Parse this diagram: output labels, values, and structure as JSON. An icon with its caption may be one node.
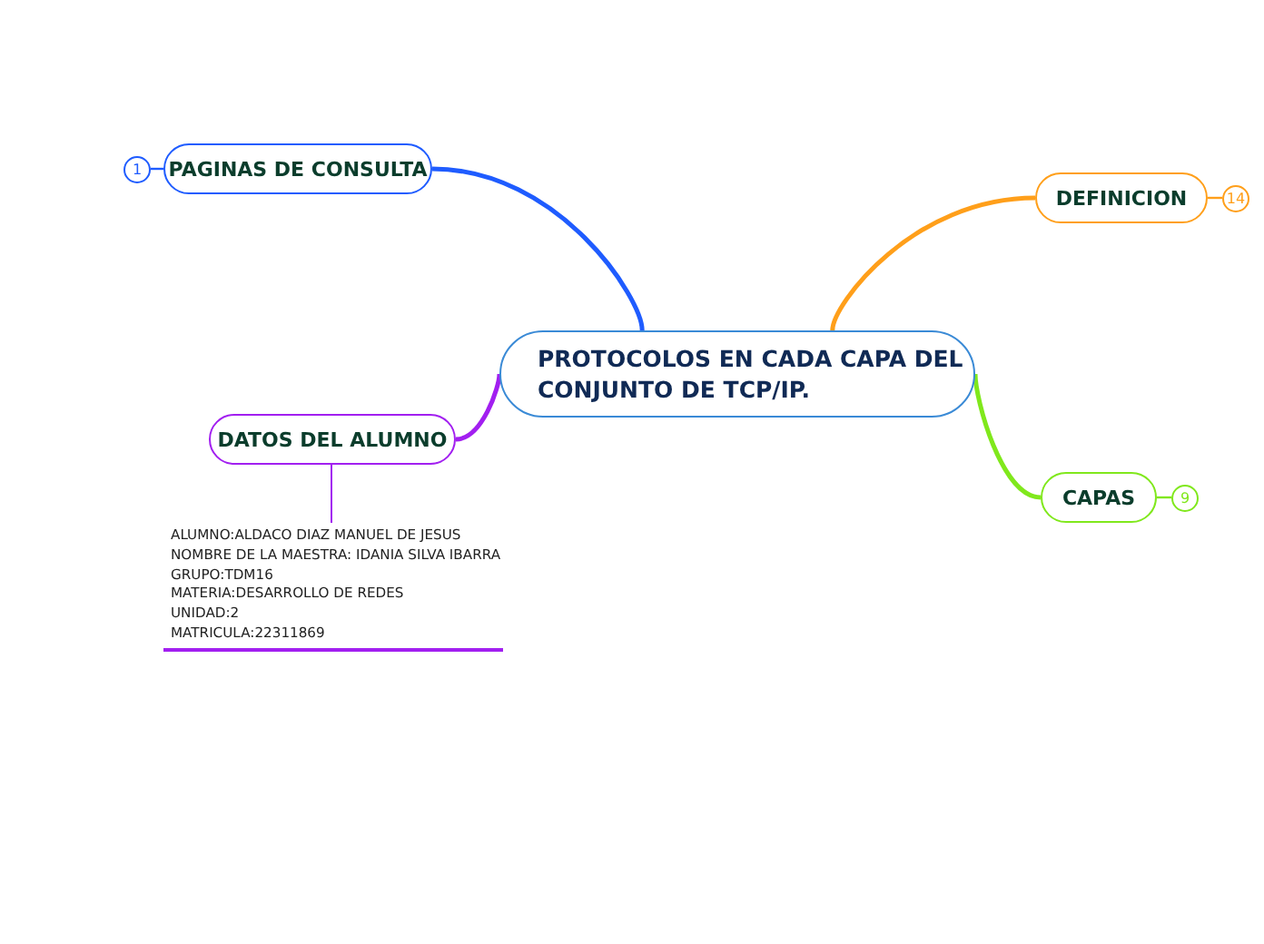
{
  "diagram": {
    "nodes": [
      {
        "text": [
          "PROTOCOLOS  EN CADA CAPA DEL CONJUNTO DE TCP/IP."
        ]
      },
      {
        "text": [
          "PAGINAS DE CONSULTA"
        ],
        "beside": [
          "1"
        ]
      },
      {
        "text": [
          "DEFINICION"
        ],
        "beside": [
          "14"
        ]
      },
      {
        "text": [
          "DATOS DEL ALUMNO"
        ]
      },
      {
        "text": [
          "CAPAS"
        ],
        "beside": [
          "9"
        ]
      },
      {
        "text": [
          "ALUMNO:ALDACO DIAZ MANUEL DE JESUS",
          "NOMBRE DE LA MAESTRA: IDANIA SILVA IBARRA",
          "GRUPO:TDM16",
          "MATERIA:DESARROLLO DE REDES",
          "UNIDAD:2",
          "MATRICULA:22311869"
        ]
      }
    ],
    "edges": [
      {
        "from": 0,
        "to": 1,
        "arrow": "none",
        "color": "#1f5cff"
      },
      {
        "from": 0,
        "to": 2,
        "arrow": "none",
        "color": "#ff9f1a"
      },
      {
        "from": 0,
        "to": 3,
        "arrow": "none",
        "color": "#a21ff0"
      },
      {
        "from": 0,
        "to": 4,
        "arrow": "none",
        "color": "#80e81c"
      },
      {
        "from": 3,
        "to": 5,
        "arrow": "none",
        "color": "#a21ff0"
      }
    ]
  }
}
